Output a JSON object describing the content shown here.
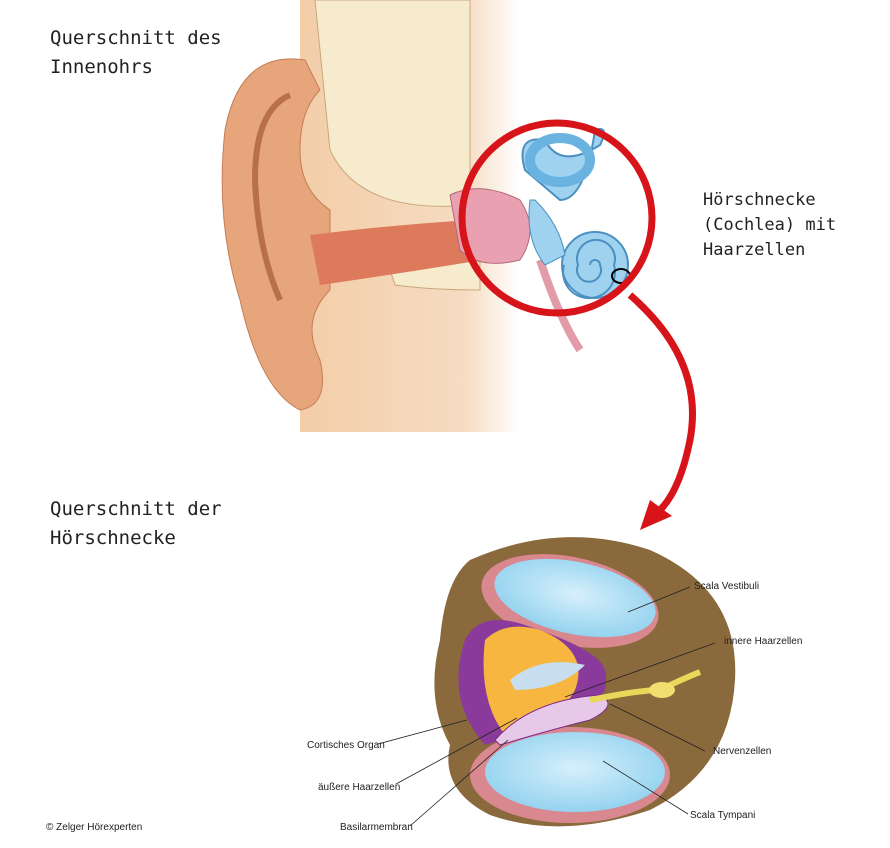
{
  "titles": {
    "inner_ear": [
      "Querschnitt des",
      "Innenohrs"
    ],
    "cochlea_section": [
      "Querschnitt der",
      "Hörschnecke"
    ]
  },
  "callout": [
    "Hörschnecke",
    "(Cochlea) mit",
    "Haarzellen"
  ],
  "labels": {
    "scala_vestibuli": "Scala Vestibuli",
    "innere_haarzellen": "innere Haarzellen",
    "nervenzellen": "Nervenzellen",
    "scala_tympani": "Scala Tympani",
    "cortisches_organ": "Cortisches Organ",
    "aeussere_haarzellen": "äußere Haarzellen",
    "basilarmembran": "Basilarmembran"
  },
  "copyright": "© Zelger Hörexperten",
  "colors": {
    "highlight": "#d7141a",
    "skin": "#f0c7a0",
    "fluid": "#a9d9f0",
    "tissue": "#8a6a3c"
  }
}
